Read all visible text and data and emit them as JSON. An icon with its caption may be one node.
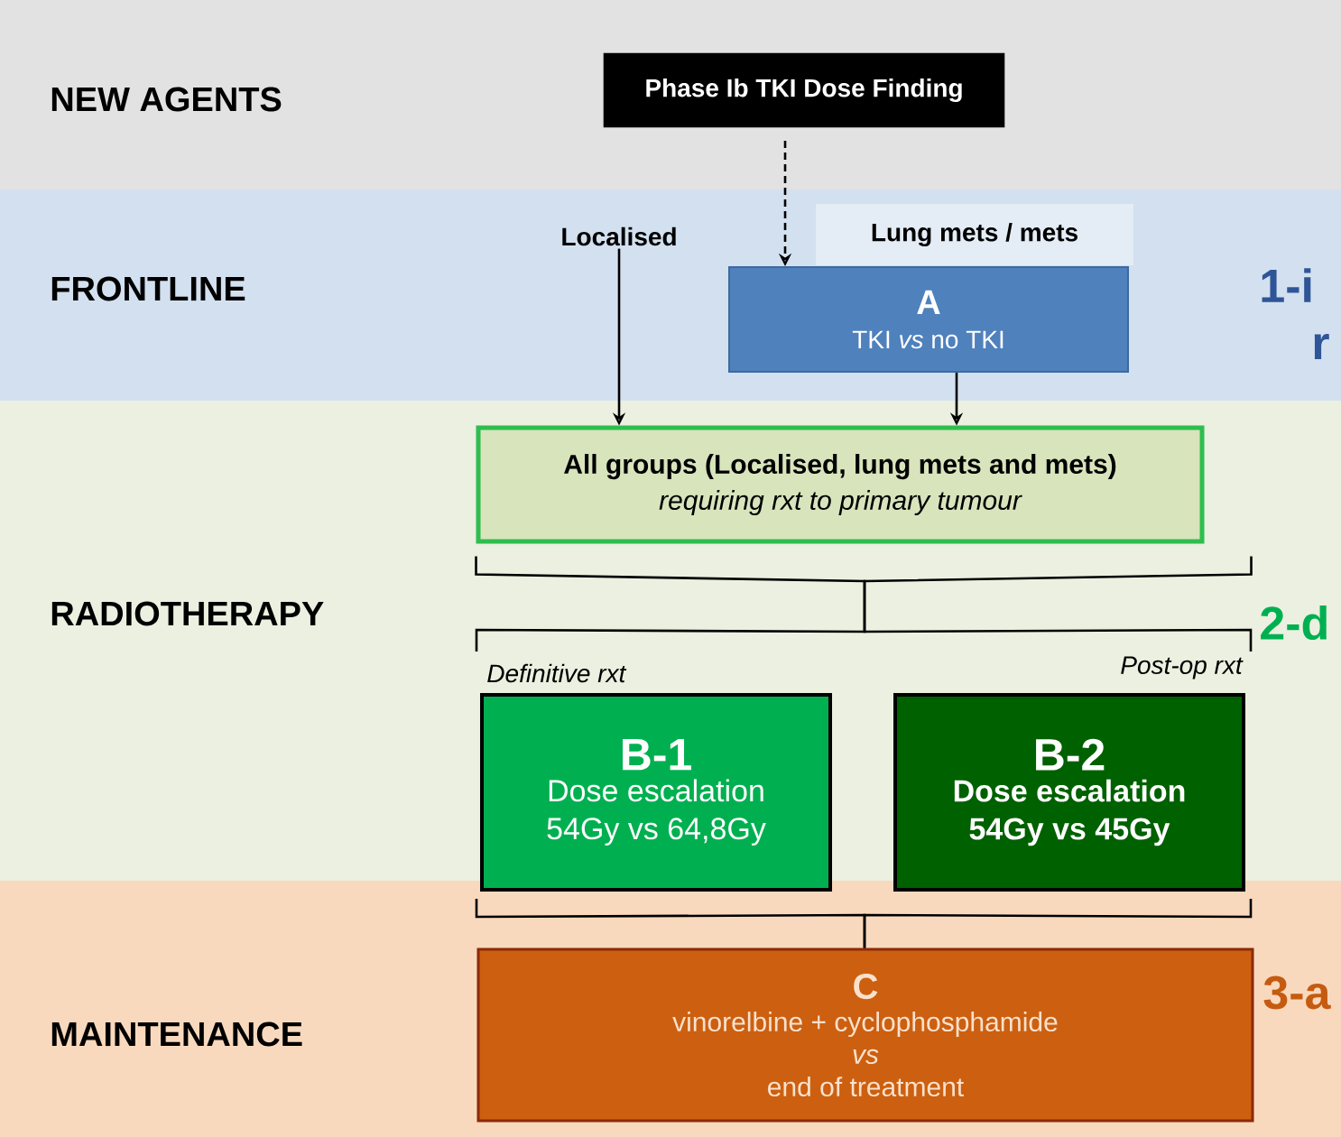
{
  "diagram": {
    "nodes": [
      {
        "text": [
          "NEW AGENTS"
        ]
      },
      {
        "text": [
          "Phase Ib TKI Dose Finding"
        ],
        "in": 0
      },
      {
        "text": [
          "FRONTLINE"
        ]
      },
      {
        "text": [
          "Localised"
        ],
        "in": 2
      },
      {
        "text": [
          "A",
          "TKI *vs* no TKI"
        ],
        "in": 2,
        "beside": [
          "Lung mets / mets"
        ]
      },
      {
        "text": [
          "RADIOTHERAPY"
        ]
      },
      {
        "text": [
          "All groups (Localised, lung mets and mets)",
          "requiring rxt to primary tumour"
        ],
        "in": 5
      },
      {
        "text": [
          "B-1",
          "Dose escalation 54Gy vs 64,8Gy"
        ],
        "in": 5,
        "beside": [
          "Definitive rxt"
        ]
      },
      {
        "text": [
          "B-2",
          "Dose escalation 54Gy vs 45Gy"
        ],
        "in": 5,
        "beside": [
          "Post-op rxt"
        ]
      },
      {
        "text": [
          "MAINTENANCE"
        ]
      },
      {
        "text": [
          "C",
          "vinorelbine + cyclophosphamide",
          "vs",
          "end of treatment"
        ],
        "in": 9
      }
    ],
    "edges": [
      {
        "from": 1,
        "to": 4,
        "arrow": "to",
        "style": "dashed"
      },
      {
        "from": 3,
        "to": 6,
        "arrow": "to"
      },
      {
        "from": 4,
        "to": 6,
        "arrow": "to"
      },
      {
        "from": 6,
        "to": 7,
        "arrow": "none"
      },
      {
        "from": 6,
        "to": 8,
        "arrow": "none"
      },
      {
        "from": 7,
        "to": 10,
        "arrow": "none"
      },
      {
        "from": 8,
        "to": 10,
        "arrow": "none"
      }
    ],
    "labels": [
      "1-i",
      "r",
      "2-d",
      "3-a"
    ]
  }
}
